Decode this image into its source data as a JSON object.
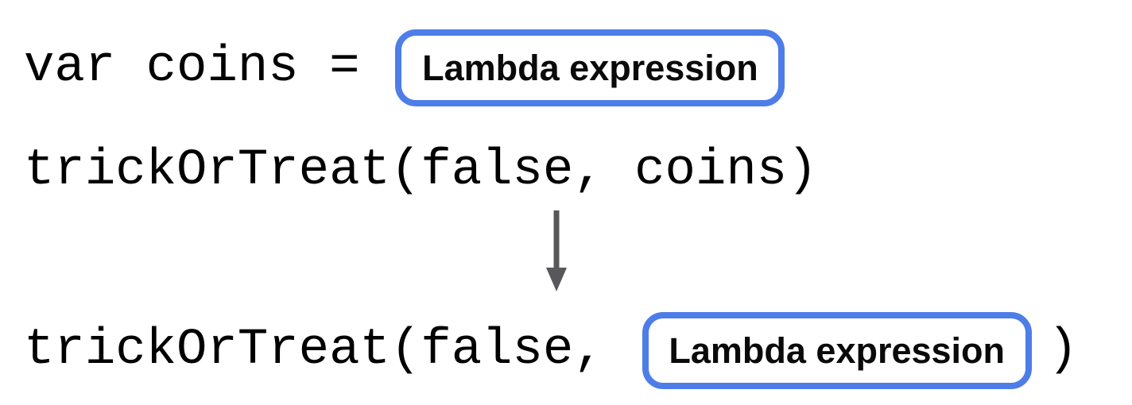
{
  "colors": {
    "background": "#ffffff",
    "box_border": "#4d7de8",
    "code_text": "#000000",
    "label_text": "#0a0a0a",
    "arrow": "#58585a"
  },
  "line1": {
    "code": "var coins =",
    "box_label": "Lambda expression"
  },
  "line2": {
    "code": "trickOrTreat(false, coins)"
  },
  "arrow": {
    "icon": "down-arrow",
    "direction": "down"
  },
  "line3": {
    "code_prefix": "trickOrTreat(false,",
    "box_label": "Lambda expression",
    "code_suffix": ")"
  }
}
